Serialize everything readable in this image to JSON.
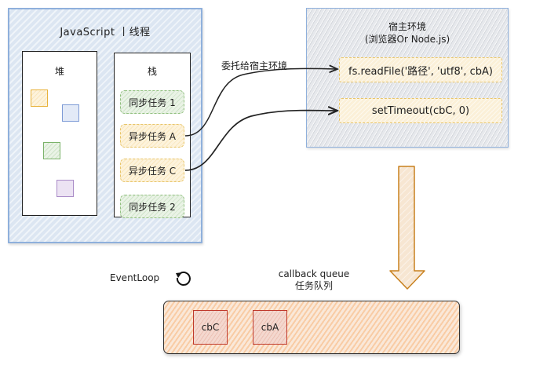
{
  "js_thread": {
    "title": "JavaScript 丨线程",
    "heap": {
      "label": "堆",
      "objects": [
        {
          "name": "heap-object-yellow",
          "color": "#e8b23a"
        },
        {
          "name": "heap-object-blue",
          "color": "#7e9bd6"
        },
        {
          "name": "heap-object-green",
          "color": "#7bb36a"
        },
        {
          "name": "heap-object-purple",
          "color": "#a98bc7"
        }
      ]
    },
    "stack": {
      "label": "栈",
      "items": [
        {
          "label": "同步任务 1",
          "kind": "sync"
        },
        {
          "label": "异步任务 A",
          "kind": "async"
        },
        {
          "label": "异步任务 C",
          "kind": "async"
        },
        {
          "label": "同步任务 2",
          "kind": "sync"
        }
      ]
    }
  },
  "delegate_label": "委托给宿主环境",
  "host_env": {
    "title_line1": "宿主环境",
    "title_line2": "(浏览器Or Node.js)",
    "apis": [
      {
        "label": "fs.readFile('路径', 'utf8', cbA)"
      },
      {
        "label": "setTimeout(cbC, 0)"
      }
    ]
  },
  "event_loop": {
    "label": "EventLoop",
    "icon": "refresh-cycle-icon"
  },
  "callback_queue": {
    "title_line1": "callback queue",
    "title_line2": "任务队列",
    "items": [
      {
        "label": "cbC"
      },
      {
        "label": "cbA"
      }
    ]
  },
  "colors": {
    "thread_border": "#8fb0dc",
    "sync_border": "#92c080",
    "async_border": "#e8c56a",
    "queue_item_border": "#c0392b",
    "arrow_orange": "#c8801e"
  }
}
